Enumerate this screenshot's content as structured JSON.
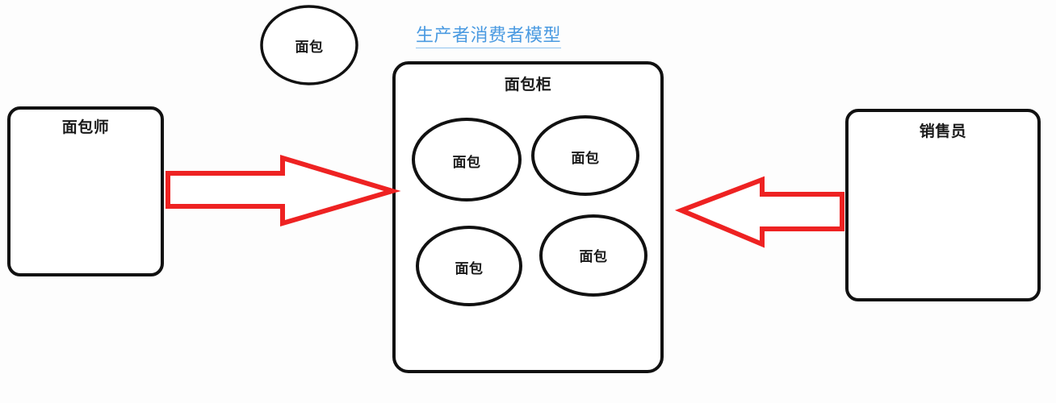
{
  "diagram": {
    "title": "生产者消费者模型",
    "title_color": "#4a9ae1",
    "outline_color": "#111111",
    "arrow_color": "#ee2222",
    "background": "#fdfdfd"
  },
  "producer_box": {
    "label": "面包师"
  },
  "consumer_box": {
    "label": "销售员"
  },
  "buffer_box": {
    "label": "面包柜"
  },
  "floating_item": {
    "label": "面包"
  },
  "buffer_items": [
    {
      "label": "面包"
    },
    {
      "label": "面包"
    },
    {
      "label": "面包"
    },
    {
      "label": "面包"
    }
  ],
  "arrows": {
    "produce": {
      "direction": "right",
      "color": "#ee2222"
    },
    "consume": {
      "direction": "left",
      "color": "#ee2222"
    }
  }
}
